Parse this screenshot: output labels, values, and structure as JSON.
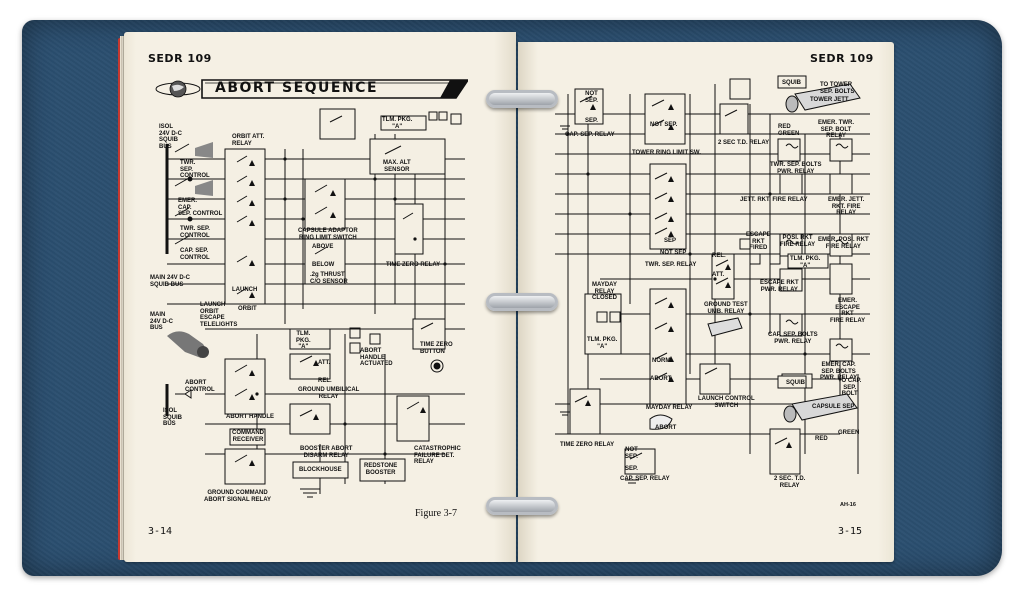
{
  "left_page": {
    "header": "SEDR 109",
    "title": "ABORT SEQUENCE",
    "figure": "Figure 3-7",
    "page_number": "3-14",
    "labels": [
      "ISOL\n24V D-C\nSQUIB\nBUS",
      "TWR.\nSEP.\nCONTROL",
      "EMER.\nCAP.\nSEP. CONTROL",
      "TWR. SEP.\nCONTROL",
      "CAP. SEP.\nCONTROL",
      "MAIN 24V D-C\nSQUIB BUS",
      "MAIN\n24V D-C\nBUS",
      "LAUNCH\nORBIT\nESCAPE\nTELELIGHTS",
      "ABORT\nCONTROL",
      "ISOL\nSQUIB\nBUS",
      "ORBIT ATT.\nRELAY",
      "LAUNCH",
      "ORBIT",
      "TLM. PKG.\n\"A\"",
      "MAX. ALT\nSENSOR",
      "CAPSULE ADAPTOR\nRING LIMIT SWITCH",
      "ABOVE",
      "BELOW",
      ".2g THRUST\nC/O SENSOR",
      "TIME ZERO RELAY",
      "TLM.\nPKG.\n\"A\"",
      "ABORT\nHANDLE\nACTUATED",
      "ATT.",
      "REL.",
      "GROUND UMBILICAL\nRELAY",
      "TIME ZERO\nBUTTON",
      "ABORT HANDLE",
      "COMMAND\nRECEIVER",
      "BOOSTER ABORT\nDISARM RELAY",
      "CATASTROPHIC\nFAILURE DET.\nRELAY",
      "BLOCKHOUSE",
      "REDSTONE\nBOOSTER",
      "GROUND COMMAND\nABORT SIGNAL RELAY"
    ]
  },
  "right_page": {
    "header": "SEDR 109",
    "page_number": "3-15",
    "code": "AH-16",
    "labels": [
      "NOT\nSEP.",
      "SEP.",
      "CAP. SEP. RELAY",
      "NOT SEP.",
      "TOWER RING LIMIT SW.",
      "2 SEC T.D. RELAY",
      "TO TOWER\nSEP. BOLTS",
      "SQUIB",
      "TOWER JETT",
      "RED",
      "GREEN",
      "EMER. TWR.\nSEP. BOLT\nRELAY",
      "TWR. SEP. BOLTS\nPWR. RELAY",
      "JETT. RKT. FIRE RELAY",
      "EMER. JETT.\nRKT. FIRE\nRELAY",
      "SEP",
      "NOT SEP",
      "TWR. SEP. RELAY",
      "ESCAPE\nRKT\nFIRED",
      "POSI. RKT\nFIRE RELAY",
      "EMER. POSI. RKT\nFIRE RELAY",
      "TLM. PKG.\n\"A\"",
      "ESCAPE RKT\nPWR. RELAY",
      "EMER.\nESCAPE\nRKT\nFIRE RELAY",
      "MAYDAY\nRELAY\nCLOSED",
      "TLM. PKG.\n\"A\"",
      "REL.",
      "ATT.",
      "GROUND TEST\nUMB. RELAY",
      "NORM.",
      "ABORT",
      "CAP. SEP. BOLTS\nPWR. RELAY",
      "EMER. CAP.\nSEP. BOLTS\nPWR. RELAY",
      "TO CAP.\nSEP.\nBOLT",
      "SQUIB",
      "CAPSULE SEP",
      "LAUNCH CONTROL\nSWITCH",
      "MAYDAY RELAY",
      "ABORT",
      "TIME ZERO RELAY",
      "NOT\nSEP.",
      "SEP.",
      "CAP. SEP. RELAY",
      "2 SEC. T.D.\nRELAY",
      "RED",
      "GREEN"
    ]
  },
  "colors": {
    "binder": "#2b4f70",
    "paper": "#f4efe3",
    "ink": "#111111",
    "page_edge": "#c7382f"
  }
}
